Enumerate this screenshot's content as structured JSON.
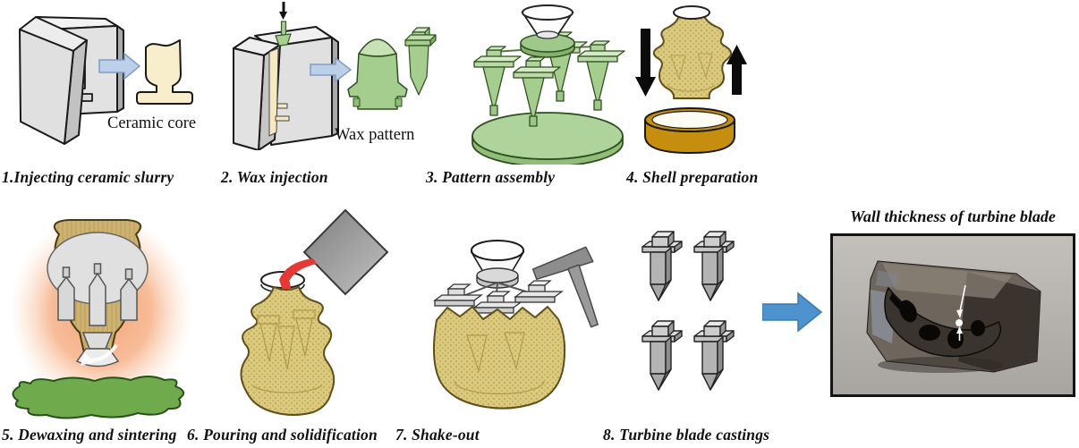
{
  "steps": [
    {
      "caption": "1.Injecting ceramic slurry",
      "label": "Ceramic core"
    },
    {
      "caption": "2. Wax injection",
      "label": "Wax pattern"
    },
    {
      "caption": "3. Pattern assembly"
    },
    {
      "caption": "4. Shell preparation"
    },
    {
      "caption": "5. Dewaxing and sintering"
    },
    {
      "caption": "6. Pouring and solidification"
    },
    {
      "caption": "7. Shake-out"
    },
    {
      "caption": "8. Turbine blade castings"
    }
  ],
  "photo": {
    "title": "Wall thickness of turbine blade"
  },
  "colors": {
    "arrow_blue": "#4f93ce",
    "small_arrow_blue": "#bcd0ea",
    "mold_gray": "#e0e0e0",
    "wax_green": "#a4cd8e",
    "ceramic_cream": "#f8eecb",
    "shell_tan": "#d9c87c",
    "bowl_gold": "#c68e0e",
    "heat_orange": "#f3a171",
    "wax_puddle_green": "#6faa4c",
    "molten_red": "#e53935",
    "casting_gray": "#b5b5b5"
  }
}
